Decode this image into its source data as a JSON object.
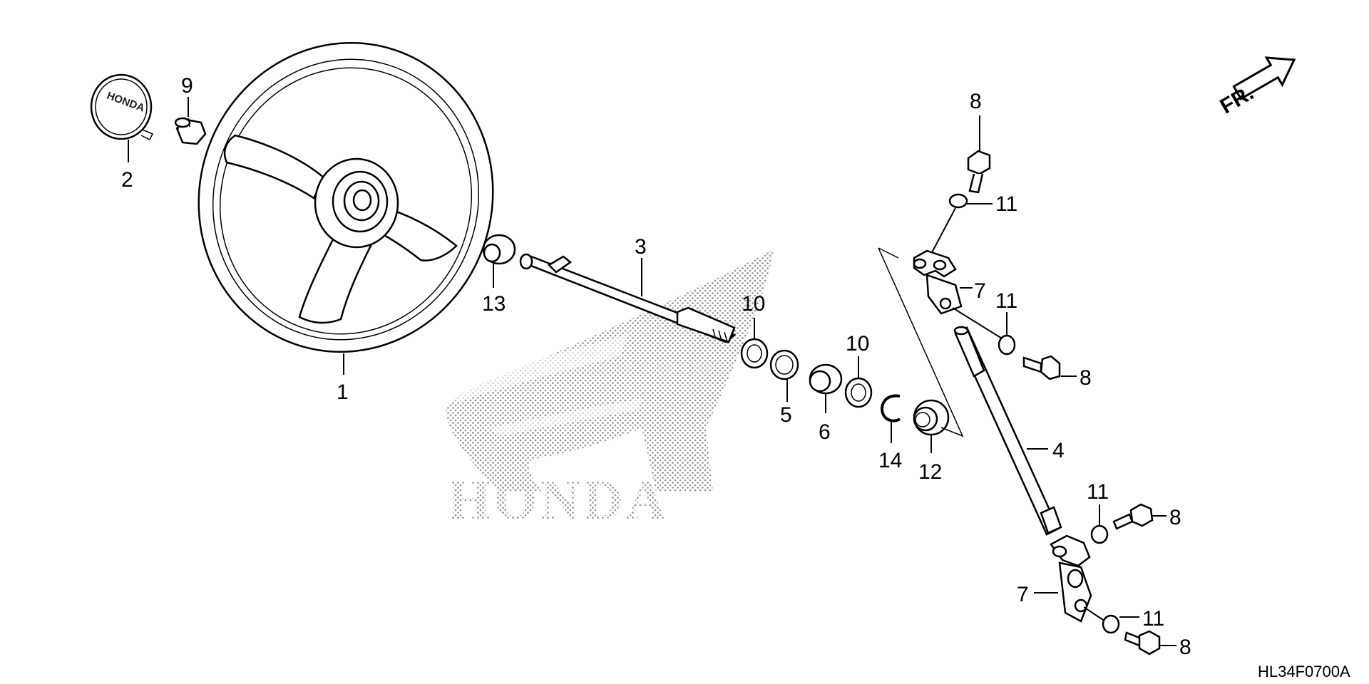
{
  "diagram": {
    "code": "HL34F0700A",
    "direction_label": "FR.",
    "watermark_text": "HONDA",
    "cap_logo_text": "HONDA",
    "callouts": [
      {
        "id": "c1",
        "label": "1"
      },
      {
        "id": "c2",
        "label": "2"
      },
      {
        "id": "c9",
        "label": "9"
      },
      {
        "id": "c13",
        "label": "13"
      },
      {
        "id": "c3",
        "label": "3"
      },
      {
        "id": "c10a",
        "label": "10"
      },
      {
        "id": "c5",
        "label": "5"
      },
      {
        "id": "c6",
        "label": "6"
      },
      {
        "id": "c10b",
        "label": "10"
      },
      {
        "id": "c14",
        "label": "14"
      },
      {
        "id": "c12",
        "label": "12"
      },
      {
        "id": "c8a",
        "label": "8"
      },
      {
        "id": "c11a",
        "label": "11"
      },
      {
        "id": "c7a",
        "label": "7"
      },
      {
        "id": "c11b",
        "label": "11"
      },
      {
        "id": "c8b",
        "label": "8"
      },
      {
        "id": "c4",
        "label": "4"
      },
      {
        "id": "c11c",
        "label": "11"
      },
      {
        "id": "c8c",
        "label": "8"
      },
      {
        "id": "c7b",
        "label": "7"
      },
      {
        "id": "c11d",
        "label": "11"
      },
      {
        "id": "c8d",
        "label": "8"
      }
    ]
  }
}
